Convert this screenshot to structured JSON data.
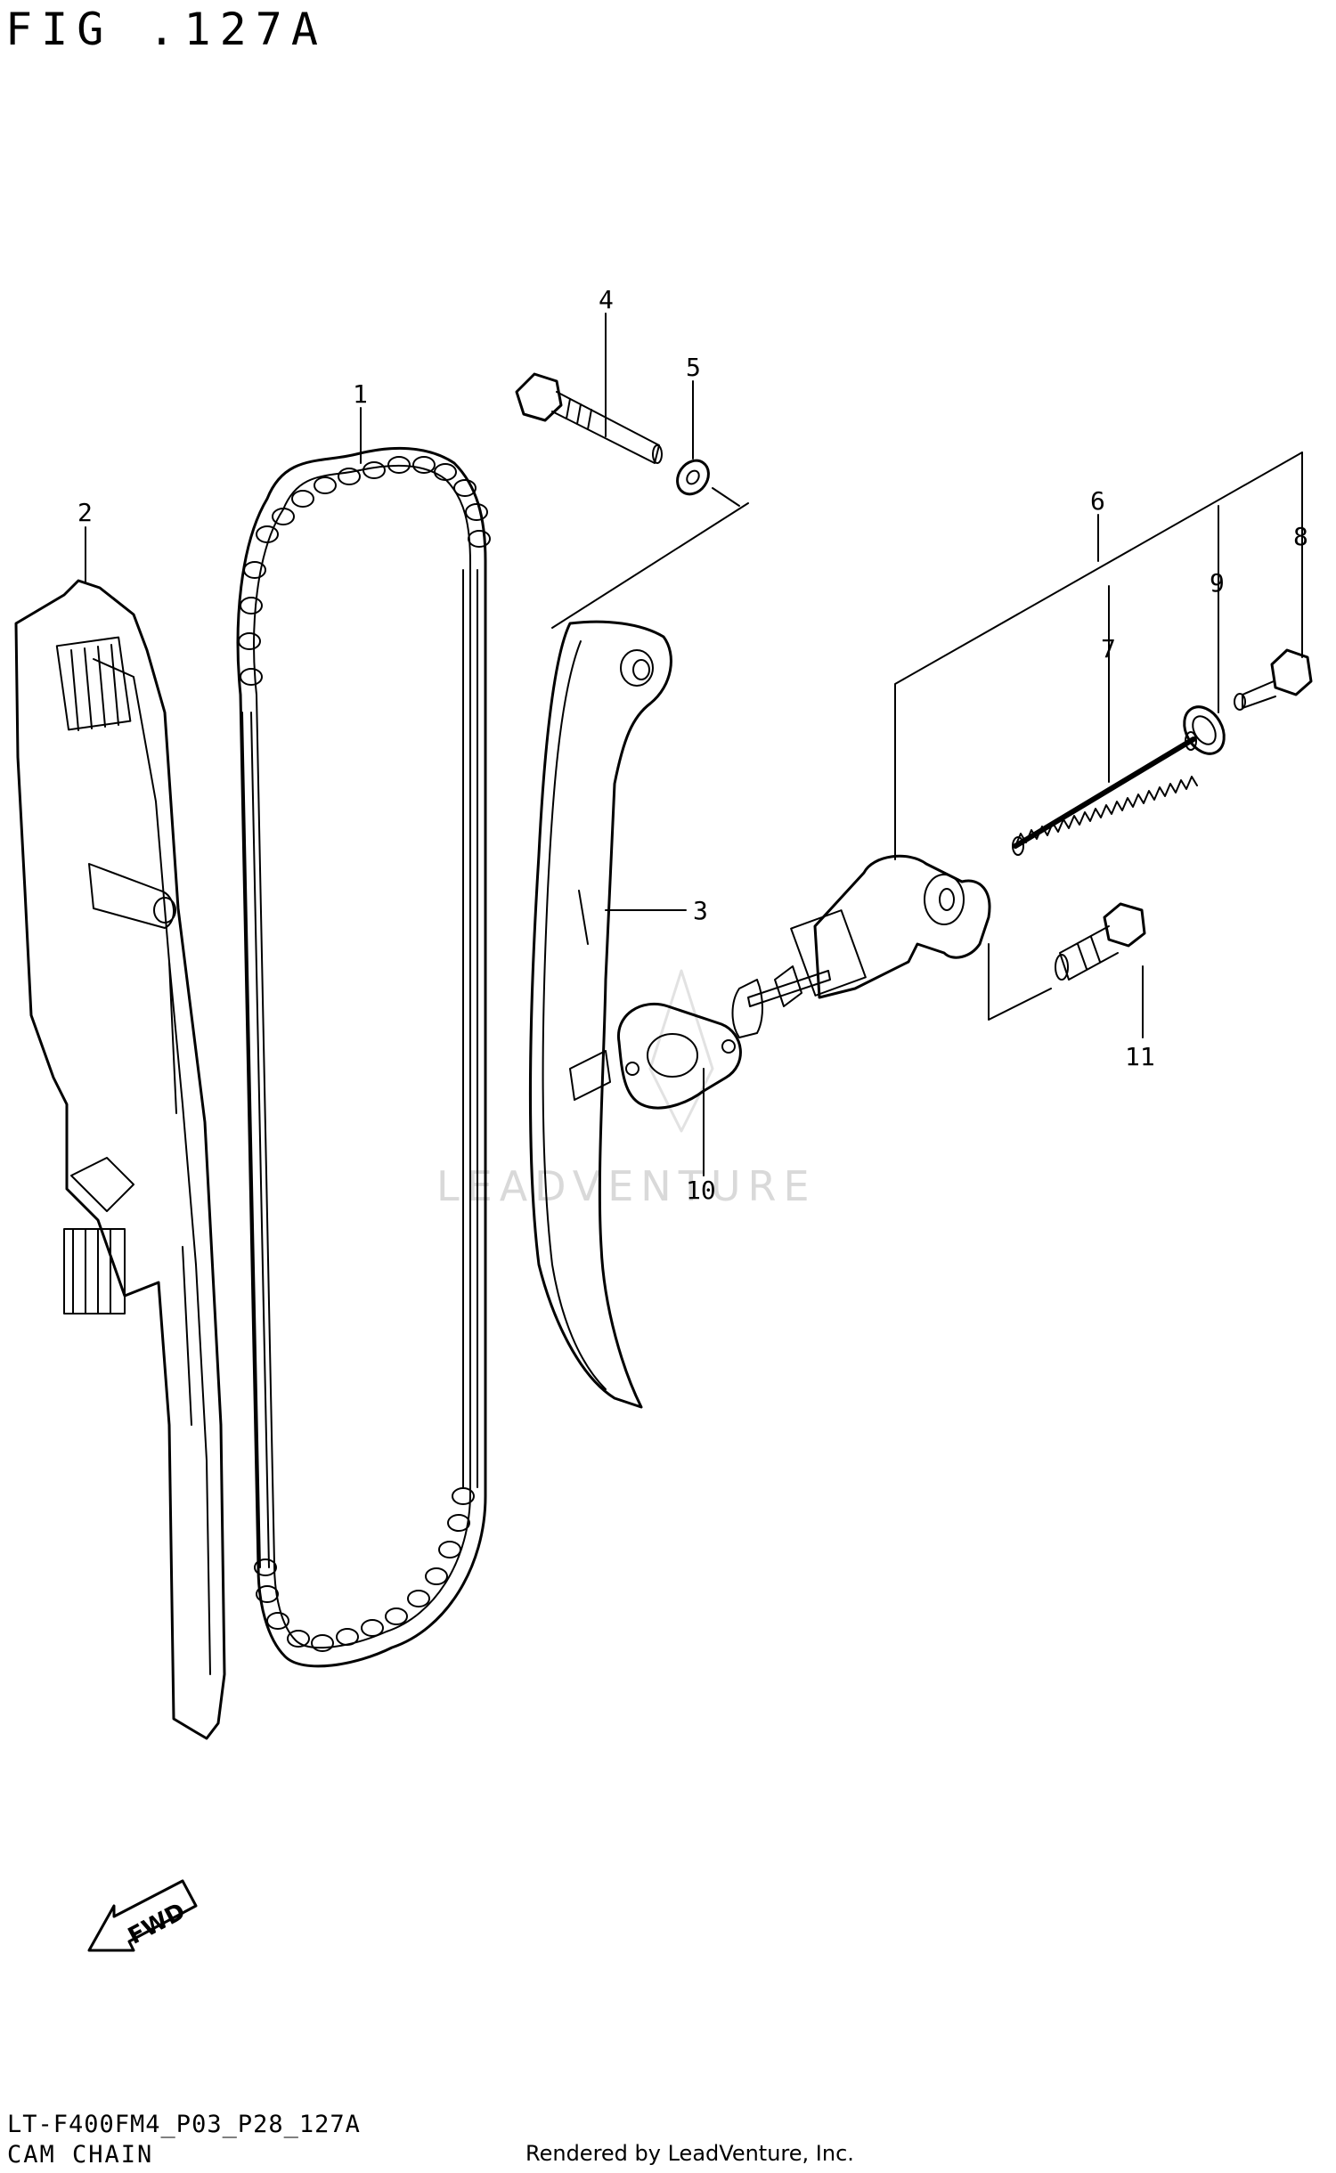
{
  "figure": {
    "title": "FIG .127A",
    "section_name": "CAM CHAIN",
    "drawing_code": "LT-F400FM4_P03_P28_127A"
  },
  "credit": "Rendered by LeadVenture, Inc.",
  "watermark": "LEADVENTURE",
  "direction_marker": "FWD",
  "callouts": [
    {
      "ref": "1"
    },
    {
      "ref": "2"
    },
    {
      "ref": "3"
    },
    {
      "ref": "4"
    },
    {
      "ref": "5"
    },
    {
      "ref": "6"
    },
    {
      "ref": "7"
    },
    {
      "ref": "8"
    },
    {
      "ref": "9"
    },
    {
      "ref": "10"
    },
    {
      "ref": "11"
    }
  ]
}
